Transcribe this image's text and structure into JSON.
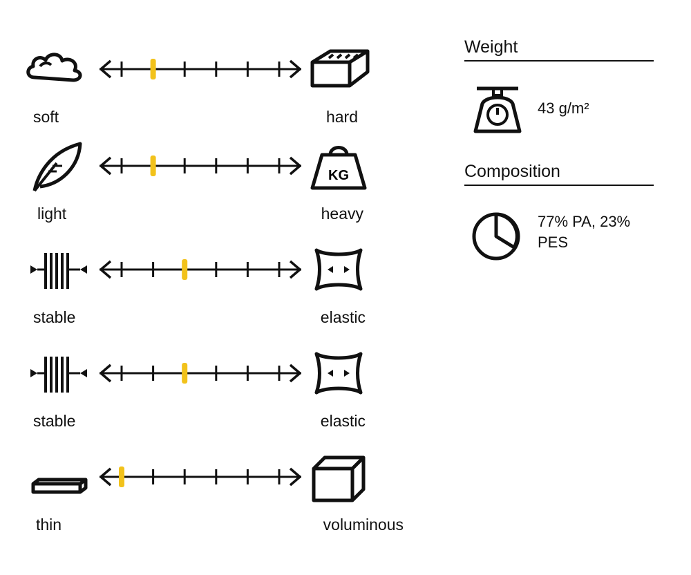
{
  "scales": [
    {
      "left_label": "soft",
      "right_label": "hard",
      "left_icon": "cloud-icon",
      "right_icon": "brick-icon",
      "level": 0.2,
      "steps": [
        0,
        0.2,
        0.4,
        0.6,
        0.8,
        1
      ]
    },
    {
      "left_label": "light",
      "right_label": "heavy",
      "left_icon": "feather-icon",
      "right_icon": "weight-icon",
      "level": 0.2,
      "weight_text": "KG"
    },
    {
      "left_label": "stable",
      "right_label": "elastic",
      "left_icon": "compressed-lines-icon",
      "right_icon": "stretch-icon",
      "level": 0.4
    },
    {
      "left_label": "stable",
      "right_label": "elastic",
      "left_icon": "compressed-lines-icon",
      "right_icon": "stretch-icon",
      "level": 0.4
    },
    {
      "left_label": "thin",
      "right_label": "voluminous",
      "left_icon": "flat-box-icon",
      "right_icon": "cube-icon",
      "level": 0.0
    }
  ],
  "panel": {
    "weight": {
      "title": "Weight",
      "value": "43 g/m²",
      "icon": "scale-icon"
    },
    "composition": {
      "title": "Composition",
      "value": "77% PA, 23% PES",
      "icon": "pie-chart-icon"
    }
  },
  "colors": {
    "marker": "#f2c21b",
    "ink": "#111111"
  }
}
